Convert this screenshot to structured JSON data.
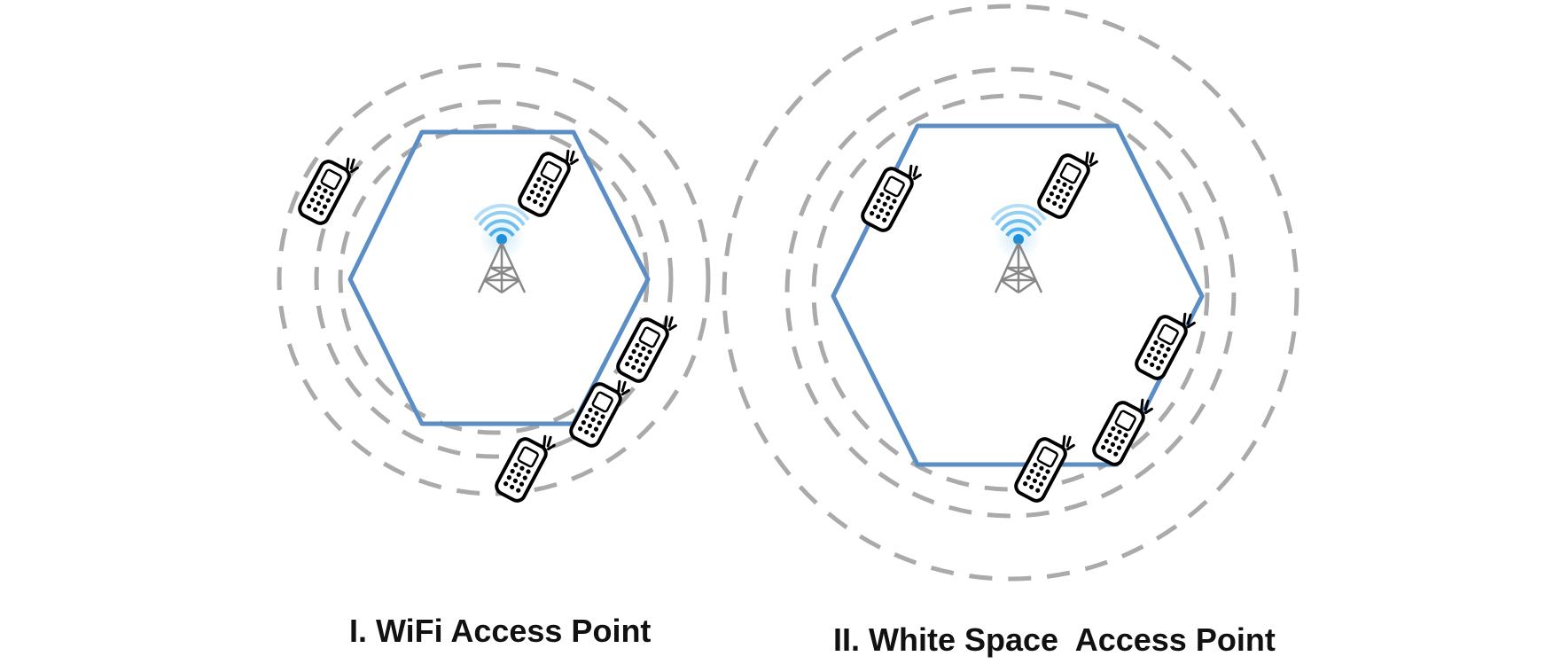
{
  "panels": [
    {
      "caption": "I. WiFi Access Point",
      "icons": {
        "center": "cell-tower-icon",
        "devices": "mobile-phone-icon"
      },
      "colors": {
        "cell_boundary": "#5b8ec4",
        "coverage_ring": "#aaaaaa",
        "tower_signal": "#2aa0e6",
        "tower_body": "#888888"
      },
      "device_count": 5,
      "coverage_ring_count": 3
    },
    {
      "caption": "II. White Space  Access Point",
      "icons": {
        "center": "cell-tower-icon",
        "devices": "mobile-phone-icon"
      },
      "colors": {
        "cell_boundary": "#5b8ec4",
        "coverage_ring": "#aaaaaa",
        "tower_signal": "#2aa0e6",
        "tower_body": "#888888"
      },
      "device_count": 5,
      "coverage_ring_count": 3
    }
  ]
}
